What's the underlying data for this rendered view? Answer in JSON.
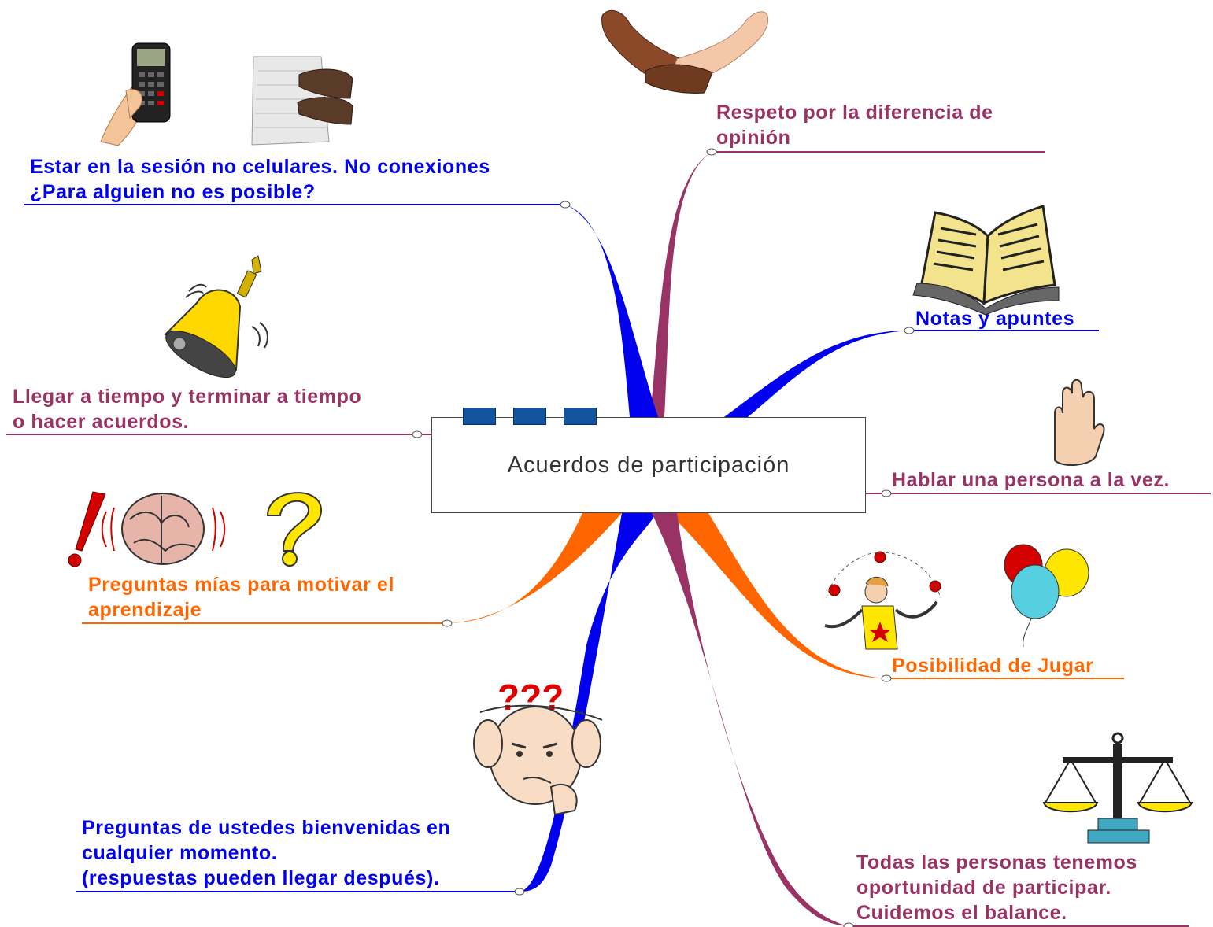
{
  "central_topic": "Acuerdos de participación",
  "colors": {
    "blue": "#0000ee",
    "plum": "#993366",
    "orange": "#ff6600"
  },
  "branches": {
    "sesion": {
      "lines": [
        "Estar en la sesión no celulares. No conexiones",
        "¿Para alguien no es posible?"
      ],
      "color": "blue",
      "icon": "phone-and-keyboard-icon"
    },
    "respeto": {
      "lines": [
        "Respeto por la diferencia de",
        "opinión"
      ],
      "color": "plum",
      "icon": "handshake-icon"
    },
    "notas": {
      "lines": [
        "Notas y apuntes"
      ],
      "color": "blue",
      "icon": "open-book-icon"
    },
    "tiempo": {
      "lines": [
        "Llegar a tiempo y terminar a tiempo",
        "o hacer acuerdos."
      ],
      "color": "plum",
      "icon": "bell-icon"
    },
    "hablar": {
      "lines": [
        "Hablar una persona a la vez."
      ],
      "color": "plum",
      "icon": "raised-hand-icon"
    },
    "preguntas_mias": {
      "lines": [
        "Preguntas mías para motivar el",
        "aprendizaje"
      ],
      "color": "orange",
      "icon": "brain-exclamation-question-icon"
    },
    "jugar": {
      "lines": [
        "Posibilidad de Jugar"
      ],
      "color": "orange",
      "icon": "juggler-balloons-icon"
    },
    "preguntas_ustedes": {
      "lines": [
        "Preguntas de ustedes bienvenidas en",
        "cualquier momento.",
        "(respuestas pueden llegar después)."
      ],
      "color": "blue",
      "icon": "confused-person-icon"
    },
    "balance": {
      "lines": [
        "Todas las personas tenemos",
        "oportunidad de participar.",
        "Cuidemos el balance."
      ],
      "color": "plum",
      "icon": "balance-scale-icon"
    }
  }
}
